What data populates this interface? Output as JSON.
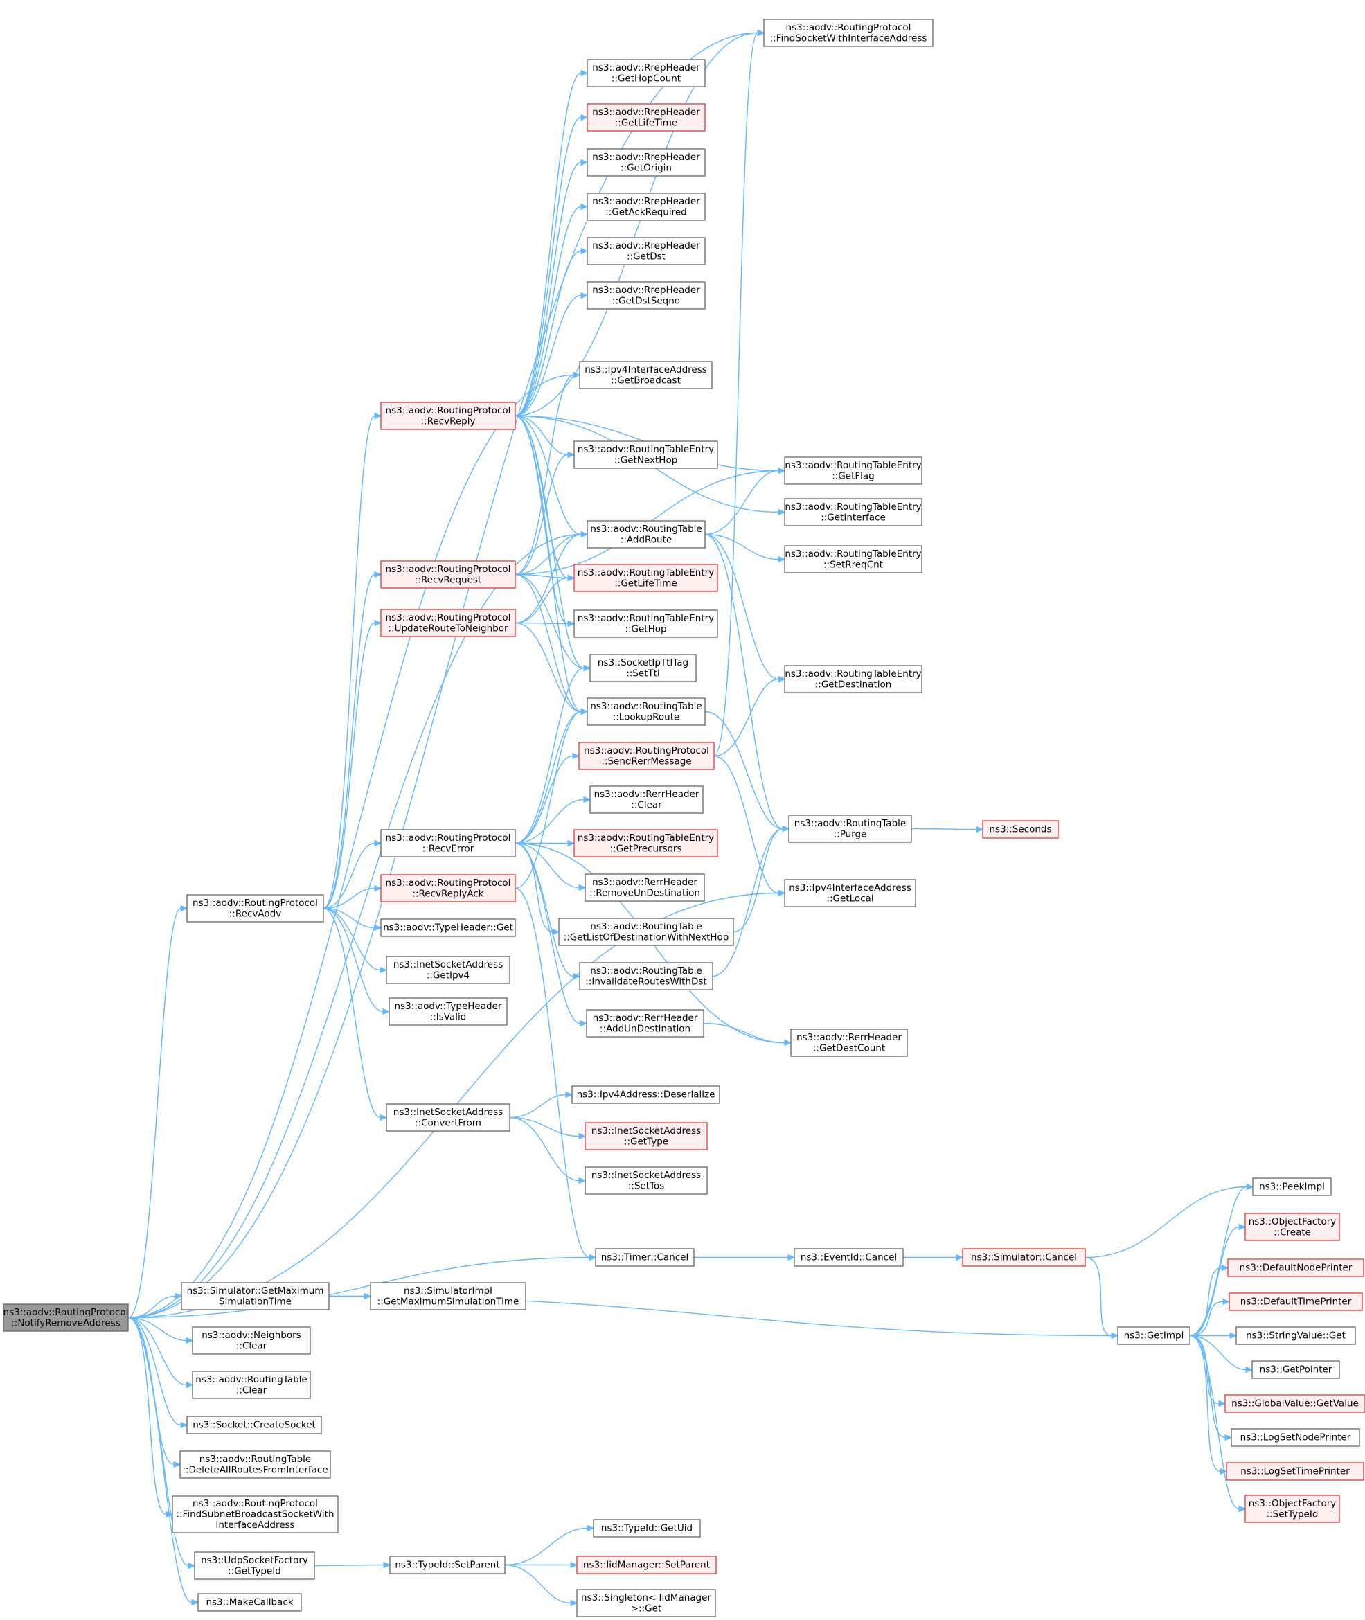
{
  "diagram": {
    "type": "call-graph",
    "colors": {
      "edge": "#63b8ff",
      "box_border": "#666666",
      "error_border": "#e53935",
      "error_fill": "#fff0f0",
      "root_fill": "#999999"
    },
    "nodes": [
      {
        "id": "root",
        "lines": [
          "ns3::aodv::RoutingProtocol",
          "::NotifyRemoveAddress"
        ],
        "style": "root"
      },
      {
        "id": "findSocket",
        "lines": [
          "ns3::aodv::RoutingProtocol",
          "::FindSocketWithInterfaceAddress"
        ],
        "style": "normal"
      },
      {
        "id": "rrepHop",
        "lines": [
          "ns3::aodv::RrepHeader",
          "::GetHopCount"
        ],
        "style": "normal"
      },
      {
        "id": "rrepLife",
        "lines": [
          "ns3::aodv::RrepHeader",
          "::GetLifeTime"
        ],
        "style": "red"
      },
      {
        "id": "rrepOrigin",
        "lines": [
          "ns3::aodv::RrepHeader",
          "::GetOrigin"
        ],
        "style": "normal"
      },
      {
        "id": "rrepAck",
        "lines": [
          "ns3::aodv::RrepHeader",
          "::GetAckRequired"
        ],
        "style": "normal"
      },
      {
        "id": "rrepDst",
        "lines": [
          "ns3::aodv::RrepHeader",
          "::GetDst"
        ],
        "style": "normal"
      },
      {
        "id": "rrepDstSeq",
        "lines": [
          "ns3::aodv::RrepHeader",
          "::GetDstSeqno"
        ],
        "style": "normal"
      },
      {
        "id": "ipv4Bcast",
        "lines": [
          "ns3::Ipv4InterfaceAddress",
          "::GetBroadcast"
        ],
        "style": "normal"
      },
      {
        "id": "recvReply",
        "lines": [
          "ns3::aodv::RoutingProtocol",
          "::RecvReply"
        ],
        "style": "red"
      },
      {
        "id": "rteNextHop",
        "lines": [
          "ns3::aodv::RoutingTableEntry",
          "::GetNextHop"
        ],
        "style": "normal"
      },
      {
        "id": "rteFlag",
        "lines": [
          "ns3::aodv::RoutingTableEntry",
          "::GetFlag"
        ],
        "style": "normal"
      },
      {
        "id": "rteIface",
        "lines": [
          "ns3::aodv::RoutingTableEntry",
          "::GetInterface"
        ],
        "style": "normal"
      },
      {
        "id": "rtAdd",
        "lines": [
          "ns3::aodv::RoutingTable",
          "::AddRoute"
        ],
        "style": "normal"
      },
      {
        "id": "recvRequest",
        "lines": [
          "ns3::aodv::RoutingProtocol",
          "::RecvRequest"
        ],
        "style": "red"
      },
      {
        "id": "rteRreq",
        "lines": [
          "ns3::aodv::RoutingTableEntry",
          "::SetRreqCnt"
        ],
        "style": "normal"
      },
      {
        "id": "rteLife",
        "lines": [
          "ns3::aodv::RoutingTableEntry",
          "::GetLifeTime"
        ],
        "style": "red"
      },
      {
        "id": "updRoute",
        "lines": [
          "ns3::aodv::RoutingProtocol",
          "::UpdateRouteToNeighbor"
        ],
        "style": "red"
      },
      {
        "id": "rteHop",
        "lines": [
          "ns3::aodv::RoutingTableEntry",
          "::GetHop"
        ],
        "style": "normal"
      },
      {
        "id": "ttlTag",
        "lines": [
          "ns3::SocketIpTtlTag",
          "::SetTtl"
        ],
        "style": "normal"
      },
      {
        "id": "rteDest",
        "lines": [
          "ns3::aodv::RoutingTableEntry",
          "::GetDestination"
        ],
        "style": "normal"
      },
      {
        "id": "rtLookup",
        "lines": [
          "ns3::aodv::RoutingTable",
          "::LookupRoute"
        ],
        "style": "normal"
      },
      {
        "id": "sendRerr",
        "lines": [
          "ns3::aodv::RoutingProtocol",
          "::SendRerrMessage"
        ],
        "style": "red"
      },
      {
        "id": "rerrClear",
        "lines": [
          "ns3::aodv::RerrHeader",
          "::Clear"
        ],
        "style": "normal"
      },
      {
        "id": "rtPurge",
        "lines": [
          "ns3::aodv::RoutingTable",
          "::Purge"
        ],
        "style": "normal"
      },
      {
        "id": "seconds",
        "lines": [
          "ns3::Seconds"
        ],
        "style": "red"
      },
      {
        "id": "recvError",
        "lines": [
          "ns3::aodv::RoutingProtocol",
          "::RecvError"
        ],
        "style": "normal"
      },
      {
        "id": "rtePrec",
        "lines": [
          "ns3::aodv::RoutingTableEntry",
          "::GetPrecursors"
        ],
        "style": "red"
      },
      {
        "id": "recvReplyAck",
        "lines": [
          "ns3::aodv::RoutingProtocol",
          "::RecvReplyAck"
        ],
        "style": "red"
      },
      {
        "id": "rerrRemove",
        "lines": [
          "ns3::aodv::RerrHeader",
          "::RemoveUnDestination"
        ],
        "style": "normal"
      },
      {
        "id": "ipv4Local",
        "lines": [
          "ns3::Ipv4InterfaceAddress",
          "::GetLocal"
        ],
        "style": "normal"
      },
      {
        "id": "recvAodv",
        "lines": [
          "ns3::aodv::RoutingProtocol",
          "::RecvAodv"
        ],
        "style": "normal"
      },
      {
        "id": "typeGet",
        "lines": [
          "ns3::aodv::TypeHeader::Get"
        ],
        "style": "normal"
      },
      {
        "id": "rtListDest",
        "lines": [
          "ns3::aodv::RoutingTable",
          "::GetListOfDestinationWithNextHop"
        ],
        "style": "normal"
      },
      {
        "id": "inetIpv4",
        "lines": [
          "ns3::InetSocketAddress",
          "::GetIpv4"
        ],
        "style": "normal"
      },
      {
        "id": "rtInval",
        "lines": [
          "ns3::aodv::RoutingTable",
          "::InvalidateRoutesWithDst"
        ],
        "style": "normal"
      },
      {
        "id": "typeValid",
        "lines": [
          "ns3::aodv::TypeHeader",
          "::IsValid"
        ],
        "style": "normal"
      },
      {
        "id": "rerrAdd",
        "lines": [
          "ns3::aodv::RerrHeader",
          "::AddUnDestination"
        ],
        "style": "normal"
      },
      {
        "id": "rerrCount",
        "lines": [
          "ns3::aodv::RerrHeader",
          "::GetDestCount"
        ],
        "style": "normal"
      },
      {
        "id": "ipv4Deser",
        "lines": [
          "ns3::Ipv4Address::Deserialize"
        ],
        "style": "normal"
      },
      {
        "id": "inetConv",
        "lines": [
          "ns3::InetSocketAddress",
          "::ConvertFrom"
        ],
        "style": "normal"
      },
      {
        "id": "inetType",
        "lines": [
          "ns3::InetSocketAddress",
          "::GetType"
        ],
        "style": "red"
      },
      {
        "id": "inetTos",
        "lines": [
          "ns3::InetSocketAddress",
          "::SetTos"
        ],
        "style": "normal"
      },
      {
        "id": "peekImpl",
        "lines": [
          "ns3::PeekImpl"
        ],
        "style": "normal"
      },
      {
        "id": "objCreate",
        "lines": [
          "ns3::ObjectFactory",
          "::Create"
        ],
        "style": "red"
      },
      {
        "id": "timerCancel",
        "lines": [
          "ns3::Timer::Cancel"
        ],
        "style": "normal"
      },
      {
        "id": "eventCancel",
        "lines": [
          "ns3::EventId::Cancel"
        ],
        "style": "normal"
      },
      {
        "id": "simCancel",
        "lines": [
          "ns3::Simulator::Cancel"
        ],
        "style": "red"
      },
      {
        "id": "defNode",
        "lines": [
          "ns3::DefaultNodePrinter"
        ],
        "style": "red"
      },
      {
        "id": "simMax",
        "lines": [
          "ns3::Simulator::GetMaximum",
          "SimulationTime"
        ],
        "style": "normal"
      },
      {
        "id": "simImplMax",
        "lines": [
          "ns3::SimulatorImpl",
          "::GetMaximumSimulationTime"
        ],
        "style": "normal"
      },
      {
        "id": "defTime",
        "lines": [
          "ns3::DefaultTimePrinter"
        ],
        "style": "red"
      },
      {
        "id": "getImpl",
        "lines": [
          "ns3::GetImpl"
        ],
        "style": "normal"
      },
      {
        "id": "strGet",
        "lines": [
          "ns3::StringValue::Get"
        ],
        "style": "normal"
      },
      {
        "id": "nbrClear",
        "lines": [
          "ns3::aodv::Neighbors",
          "::Clear"
        ],
        "style": "normal"
      },
      {
        "id": "getPtr",
        "lines": [
          "ns3::GetPointer"
        ],
        "style": "normal"
      },
      {
        "id": "rtClear",
        "lines": [
          "ns3::aodv::RoutingTable",
          "::Clear"
        ],
        "style": "normal"
      },
      {
        "id": "gvGet",
        "lines": [
          "ns3::GlobalValue::GetValue"
        ],
        "style": "red"
      },
      {
        "id": "sockCreate",
        "lines": [
          "ns3::Socket::CreateSocket"
        ],
        "style": "normal"
      },
      {
        "id": "logNode",
        "lines": [
          "ns3::LogSetNodePrinter"
        ],
        "style": "normal"
      },
      {
        "id": "rtDelAll",
        "lines": [
          "ns3::aodv::RoutingTable",
          "::DeleteAllRoutesFromInterface"
        ],
        "style": "normal"
      },
      {
        "id": "logTime",
        "lines": [
          "ns3::LogSetTimePrinter"
        ],
        "style": "red"
      },
      {
        "id": "objSetType",
        "lines": [
          "ns3::ObjectFactory",
          "::SetTypeId"
        ],
        "style": "red"
      },
      {
        "id": "findSubnet",
        "lines": [
          "ns3::aodv::RoutingProtocol",
          "::FindSubnetBroadcastSocketWith",
          "InterfaceAddress"
        ],
        "style": "normal"
      },
      {
        "id": "typeUid",
        "lines": [
          "ns3::TypeId::GetUid"
        ],
        "style": "normal"
      },
      {
        "id": "udpType",
        "lines": [
          "ns3::UdpSocketFactory",
          "::GetTypeId"
        ],
        "style": "normal"
      },
      {
        "id": "typeSetParent",
        "lines": [
          "ns3::TypeId::SetParent"
        ],
        "style": "normal"
      },
      {
        "id": "iidSetParent",
        "lines": [
          "ns3::IidManager::SetParent"
        ],
        "style": "red"
      },
      {
        "id": "singletonGet",
        "lines": [
          "ns3::Singleton< IidManager",
          ">::Get"
        ],
        "style": "normal"
      },
      {
        "id": "makeCb",
        "lines": [
          "ns3::MakeCallback"
        ],
        "style": "normal"
      }
    ]
  }
}
